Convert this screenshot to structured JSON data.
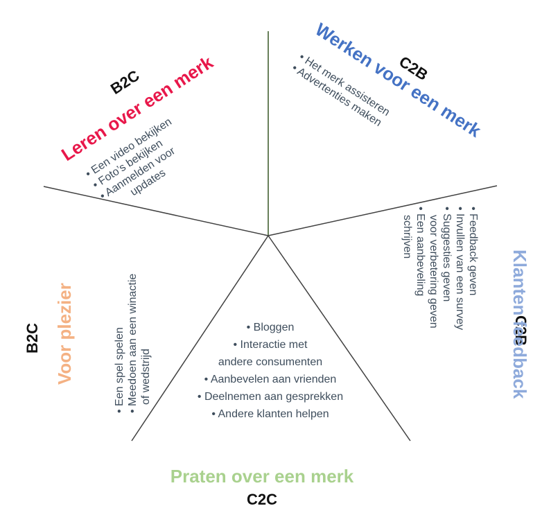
{
  "segments": {
    "top_left": {
      "code": "B2C",
      "title": "Leren over een merk",
      "title_color": "#e8174a",
      "items": [
        "• Een video bekijken",
        "• Foto’s bekijken",
        "• Aanmelden voor",
        "updates"
      ]
    },
    "top_right": {
      "code": "C2B",
      "title": "Werken voor een merk",
      "title_color": "#4472c4",
      "items": [
        "• Het merk assisteren",
        "• Advertenties maken"
      ]
    },
    "right": {
      "code": "C2B",
      "title": "Klanten feedback",
      "title_color": "#8eaadb",
      "items": [
        "• Feedback geven",
        "• Invullen van een survey",
        "• Suggesties geven",
        "voor verbetering geven",
        "• Een aanbeveling",
        "schrijven"
      ]
    },
    "bottom": {
      "code": "C2C",
      "title": "Praten over een merk",
      "title_color": "#a9d18e",
      "items": [
        "• Bloggen",
        "• Interactie met",
        "andere consumenten",
        "• Aanbevelen aan vrienden",
        "• Deelnemen aan gesprekken",
        "• Andere klanten helpen"
      ]
    },
    "left": {
      "code": "B2C",
      "title": "Voor plezier",
      "title_color": "#f4b183",
      "items": [
        "• Een spel spelen",
        "• Meedoen aan een winactie",
        "of wedstrijd"
      ]
    }
  }
}
